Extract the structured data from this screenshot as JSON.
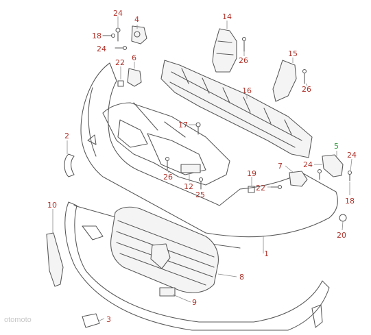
{
  "diagram": {
    "callouts": [
      {
        "id": "c24a",
        "label": "24"
      },
      {
        "id": "c4",
        "label": "4"
      },
      {
        "id": "c18a",
        "label": "18"
      },
      {
        "id": "c24b",
        "label": "24"
      },
      {
        "id": "c6",
        "label": "6"
      },
      {
        "id": "c22a",
        "label": "22"
      },
      {
        "id": "c14",
        "label": "14"
      },
      {
        "id": "c26a",
        "label": "26"
      },
      {
        "id": "c15",
        "label": "15"
      },
      {
        "id": "c26b",
        "label": "26"
      },
      {
        "id": "c16",
        "label": "16"
      },
      {
        "id": "c17",
        "label": "17"
      },
      {
        "id": "c2",
        "label": "2"
      },
      {
        "id": "c26c",
        "label": "26"
      },
      {
        "id": "c12",
        "label": "12"
      },
      {
        "id": "c25",
        "label": "25"
      },
      {
        "id": "c19",
        "label": "19"
      },
      {
        "id": "c7",
        "label": "7"
      },
      {
        "id": "c22b",
        "label": "22"
      },
      {
        "id": "c5",
        "label": "5"
      },
      {
        "id": "c24c",
        "label": "24"
      },
      {
        "id": "c24d",
        "label": "24"
      },
      {
        "id": "c18b",
        "label": "18"
      },
      {
        "id": "c10",
        "label": "10"
      },
      {
        "id": "c20",
        "label": "20"
      },
      {
        "id": "c1",
        "label": "1"
      },
      {
        "id": "c8",
        "label": "8"
      },
      {
        "id": "c9",
        "label": "9"
      },
      {
        "id": "c3",
        "label": "3"
      }
    ],
    "colors": {
      "callout_text": "#b0322a",
      "callout_highlight": "#2f9a3c",
      "line": "#5a5a5a"
    },
    "watermark": "otomoto"
  }
}
